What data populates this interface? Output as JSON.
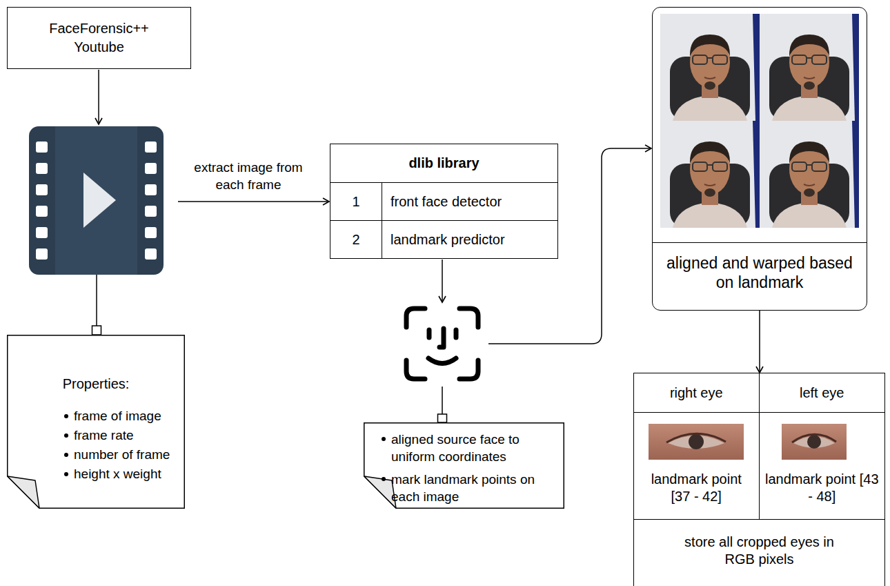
{
  "diagram": {
    "nodes": [
      {
        "text": [
          "FaceForensic++ Youtube"
        ]
      },
      {
        "text": [
          "Properties:",
          "frame of image",
          "frame rate",
          "number of frame",
          "height x weight"
        ]
      },
      {
        "text": [
          "dlib library",
          "1",
          "front face detector",
          "2",
          "landmark predictor"
        ]
      },
      {
        "text": [
          "aligned source face to uniform coordinates",
          "mark landmark points on each image"
        ]
      },
      {
        "text": [
          "aligned and warped based on landmark"
        ]
      },
      {
        "text": [
          "right eye",
          "left eye",
          "landmark point [37 - 42]",
          "landmark point [43 - 48]",
          "store all cropped eyes in RGB pixels"
        ]
      }
    ],
    "edges": [
      {
        "from": 4,
        "to": 5,
        "arrow": "to"
      }
    ],
    "labels": [
      "extract image from each frame"
    ]
  }
}
